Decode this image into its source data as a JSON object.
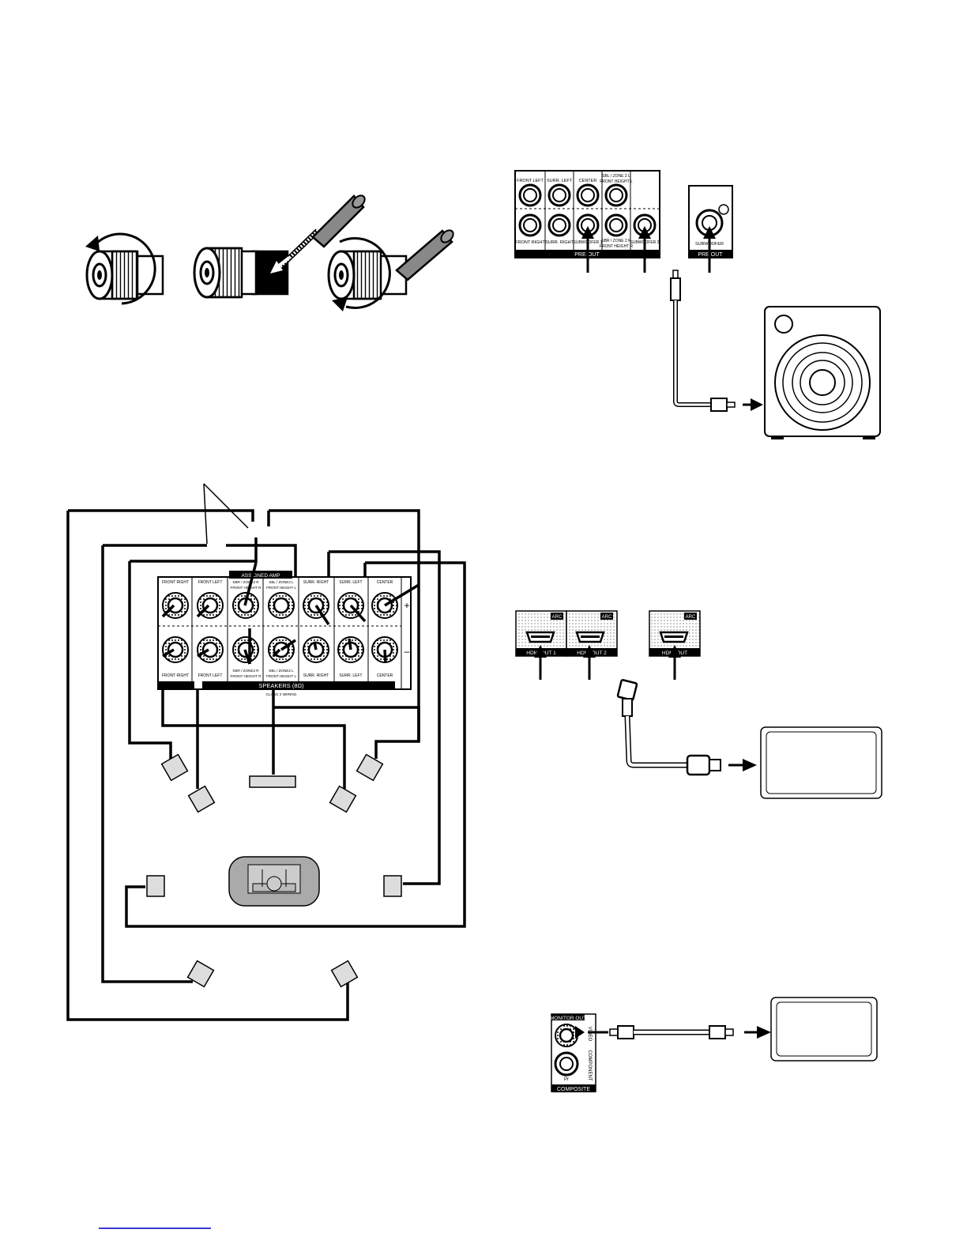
{
  "binding_posts": {
    "description_icons": [
      "loosen-icon",
      "insert-wire-icon",
      "tighten-icon"
    ]
  },
  "preout_panel": {
    "top_labels": [
      "FRONT LEFT",
      "SURR. LEFT",
      "CENTER",
      "SBL / ZONE 2 L",
      "FRONT HEIGHT L"
    ],
    "bottom_labels": [
      "FRONT RIGHT",
      "SURR. RIGHT",
      "SUBWOOFER 1",
      "SBR / ZONE 2 R",
      "FRONT HEIGHT R",
      "SUBWOOFER 2"
    ],
    "band_label": "PRE-OUT",
    "alt_band_label": "PRE OUT",
    "alt_jack_label": "SUBWOOFER"
  },
  "speaker_panel": {
    "header_label": "ASSIGNED AMP",
    "top_labels": [
      "FRONT RIGHT",
      "FRONT LEFT",
      "SBR / ZONE2 R",
      "FRONT HEIGHT R",
      "SBL / ZONE2 L",
      "FRONT HEIGHT L",
      "SURR. RIGHT",
      "SURR. LEFT",
      "CENTER"
    ],
    "bottom_labels": [
      "FRONT RIGHT",
      "FRONT LEFT",
      "SBR / ZONE2 R",
      "FRONT HEIGHT R",
      "SBL / ZONE2 L",
      "FRONT HEIGHT L",
      "SURR. RIGHT",
      "SURR. LEFT",
      "CENTER"
    ],
    "band_label": "SPEAKERS (8Ω)",
    "band_sublabel": "CLASS 2 WIRING",
    "plus": "+",
    "minus": "–"
  },
  "hdmi_panel": {
    "arc_label": "ARC",
    "jack_labels": [
      "HDMI OUT 1",
      "HDMI OUT 2",
      "HDMI OUT"
    ]
  },
  "video_panel": {
    "top_label": "MONITOR OUT",
    "side_label_top": "VIDEO",
    "side_label_bottom": "COMPONENT",
    "pr_label": "Pr",
    "band_label": "COMPOSITE"
  }
}
